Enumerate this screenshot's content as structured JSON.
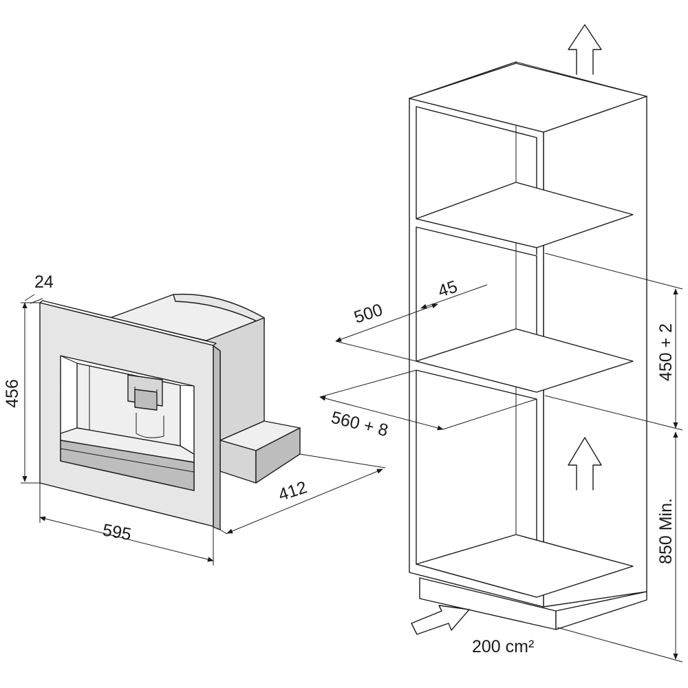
{
  "appliance": {
    "dimensions": {
      "frame_depth": "24",
      "height": "456",
      "width": "595",
      "depth": "412"
    }
  },
  "cabinet": {
    "dimensions": {
      "niche_depth": "500",
      "rear_gap": "45",
      "niche_width": "560 + 8",
      "niche_height": "450 + 2",
      "floor_height": "850 Min.",
      "vent_area": "200 cm²"
    },
    "airflow": [
      "up",
      "up",
      "in"
    ]
  }
}
